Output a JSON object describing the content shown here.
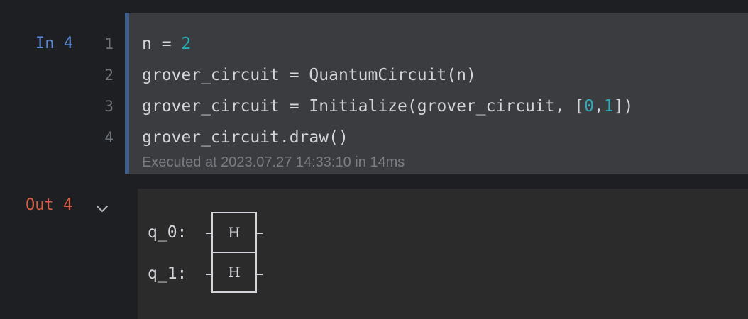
{
  "input_cell": {
    "prompt": "In 4",
    "line_numbers": [
      "1",
      "2",
      "3",
      "4"
    ],
    "code": {
      "line1": {
        "a": "n = ",
        "n1": "2"
      },
      "line2": {
        "a": "grover_circuit = QuantumCircuit(n)"
      },
      "line3": {
        "a": "grover_circuit = Initialize(grover_circuit, [",
        "n1": "0",
        "b": ",",
        "n2": "1",
        "c": "])"
      },
      "line4": {
        "a": "grover_circuit.draw()"
      }
    },
    "executed": "Executed at 2023.07.27 14:33:10 in 14ms"
  },
  "output_cell": {
    "prompt": "Out 4",
    "toggle_icon": "chevron-down-icon",
    "qubits": [
      {
        "label": "q_0:",
        "gate": "H"
      },
      {
        "label": "q_1:",
        "gate": "H"
      }
    ]
  },
  "colors": {
    "input_prompt": "#5b8ad6",
    "output_prompt": "#d55f46",
    "number": "#2aacb8",
    "code_text": "#d3d5da",
    "cell_bg": "#3b3c3f",
    "output_bg": "#2b2b2b"
  }
}
